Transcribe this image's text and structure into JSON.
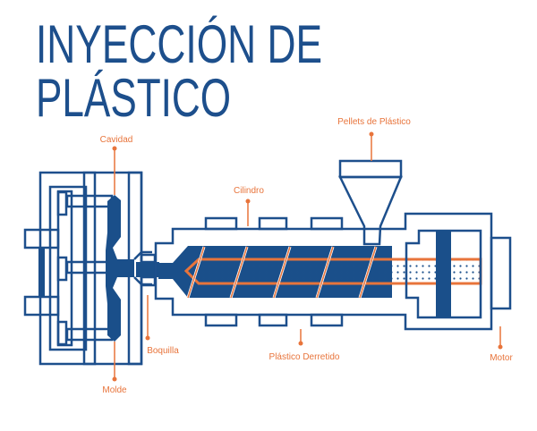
{
  "title": {
    "line1": "INYECCIÓN DE",
    "line2": "PLÁSTICO"
  },
  "labels": {
    "pellets": "Pellets de Plástico",
    "cavidad": "Cavidad",
    "cilindro": "Cilindro",
    "boquilla": "Boquilla",
    "derretido": "Plástico Derretido",
    "motor": "Motor",
    "molde": "Molde"
  },
  "colors": {
    "blue": "#1a4f8a",
    "orange": "#e8743b"
  }
}
